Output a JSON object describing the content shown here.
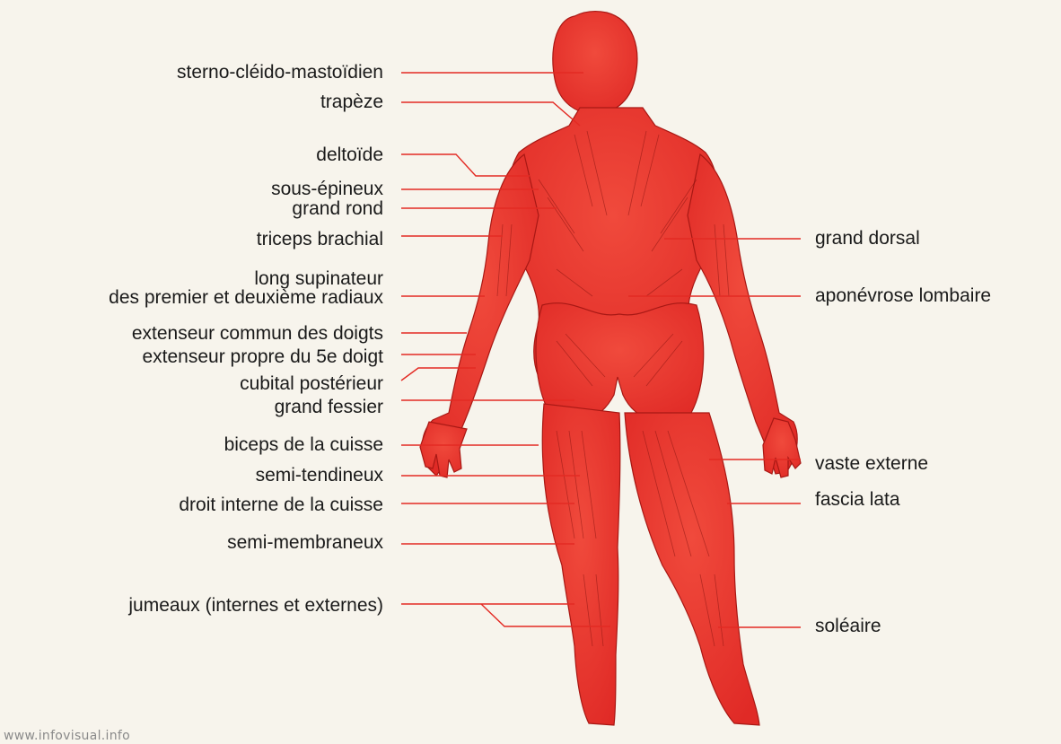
{
  "colors": {
    "background": "#f7f4ec",
    "muscle": "#e8312e",
    "muscle_light": "#f26b5e",
    "muscle_dark": "#c41e1c",
    "leader_line": "#e32a23",
    "text": "#1a1a1a"
  },
  "labels_left": [
    "sterno-cléido-mastoïdien",
    "trapèze",
    "deltoïde",
    "sous-épineux",
    "grand rond",
    "triceps brachial",
    "long supinateur",
    "des premier et deuxième radiaux",
    "extenseur commun des doigts",
    "extenseur propre du 5e doigt",
    "cubital postérieur",
    "grand fessier",
    "biceps de la cuisse",
    "semi-tendineux",
    "droit interne de la cuisse",
    "semi-membraneux",
    "jumeaux (internes et externes)"
  ],
  "labels_right": [
    "grand dorsal",
    "aponévrose lombaire",
    "vaste externe",
    "fascia lata",
    "soléaire"
  ],
  "watermark": "www.infovisual.info"
}
